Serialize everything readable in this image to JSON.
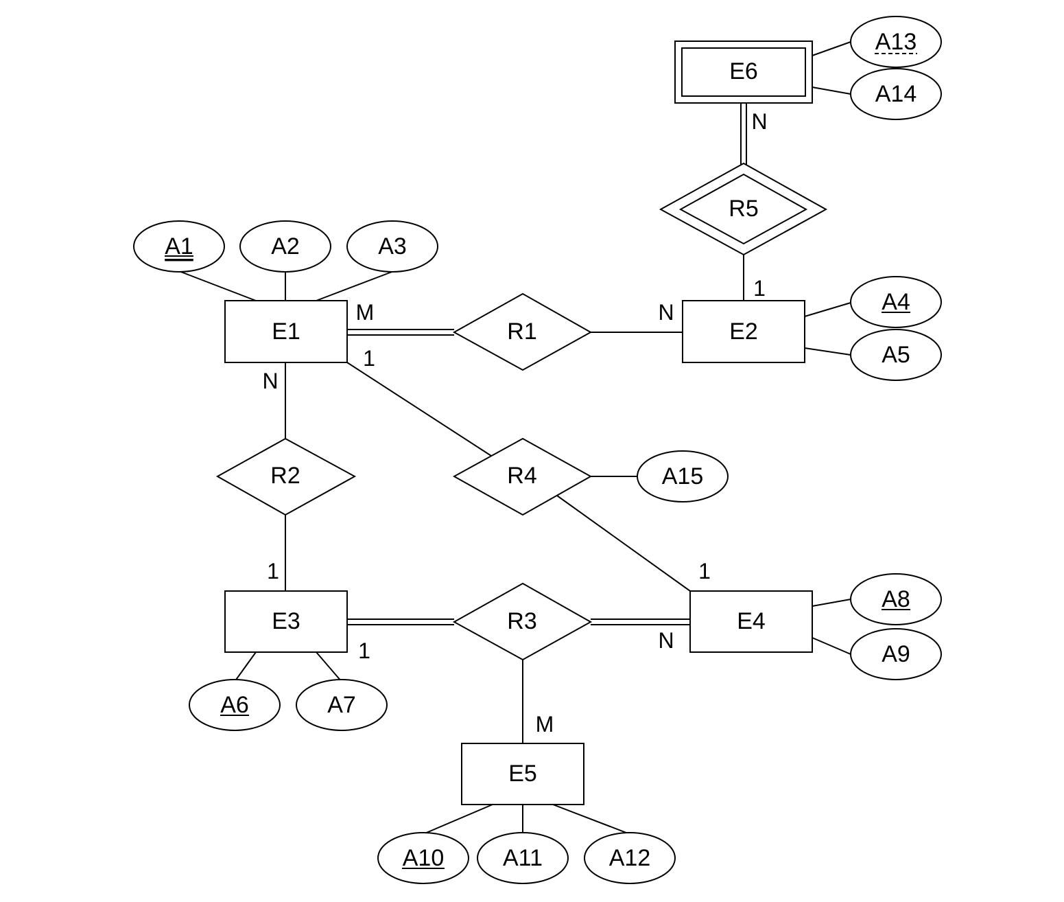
{
  "entities": {
    "E1": "E1",
    "E2": "E2",
    "E3": "E3",
    "E4": "E4",
    "E5": "E5",
    "E6": "E6"
  },
  "relationships": {
    "R1": "R1",
    "R2": "R2",
    "R3": "R3",
    "R4": "R4",
    "R5": "R5"
  },
  "attributes": {
    "A1": "A1",
    "A2": "A2",
    "A3": "A3",
    "A4": "A4",
    "A5": "A5",
    "A6": "A6",
    "A7": "A7",
    "A8": "A8",
    "A9": "A9",
    "A10": "A10",
    "A11": "A11",
    "A12": "A12",
    "A13": "A13",
    "A14": "A14",
    "A15": "A15"
  },
  "cardinalities": {
    "e1_r1": "M",
    "e2_r1": "N",
    "e1_r4": "1",
    "e1_r2": "N",
    "e3_r2": "1",
    "e3_r3": "1",
    "e4_r3": "N",
    "e4_r4": "1",
    "e5_r3": "M",
    "e6_r5": "N",
    "e2_r5": "1"
  }
}
